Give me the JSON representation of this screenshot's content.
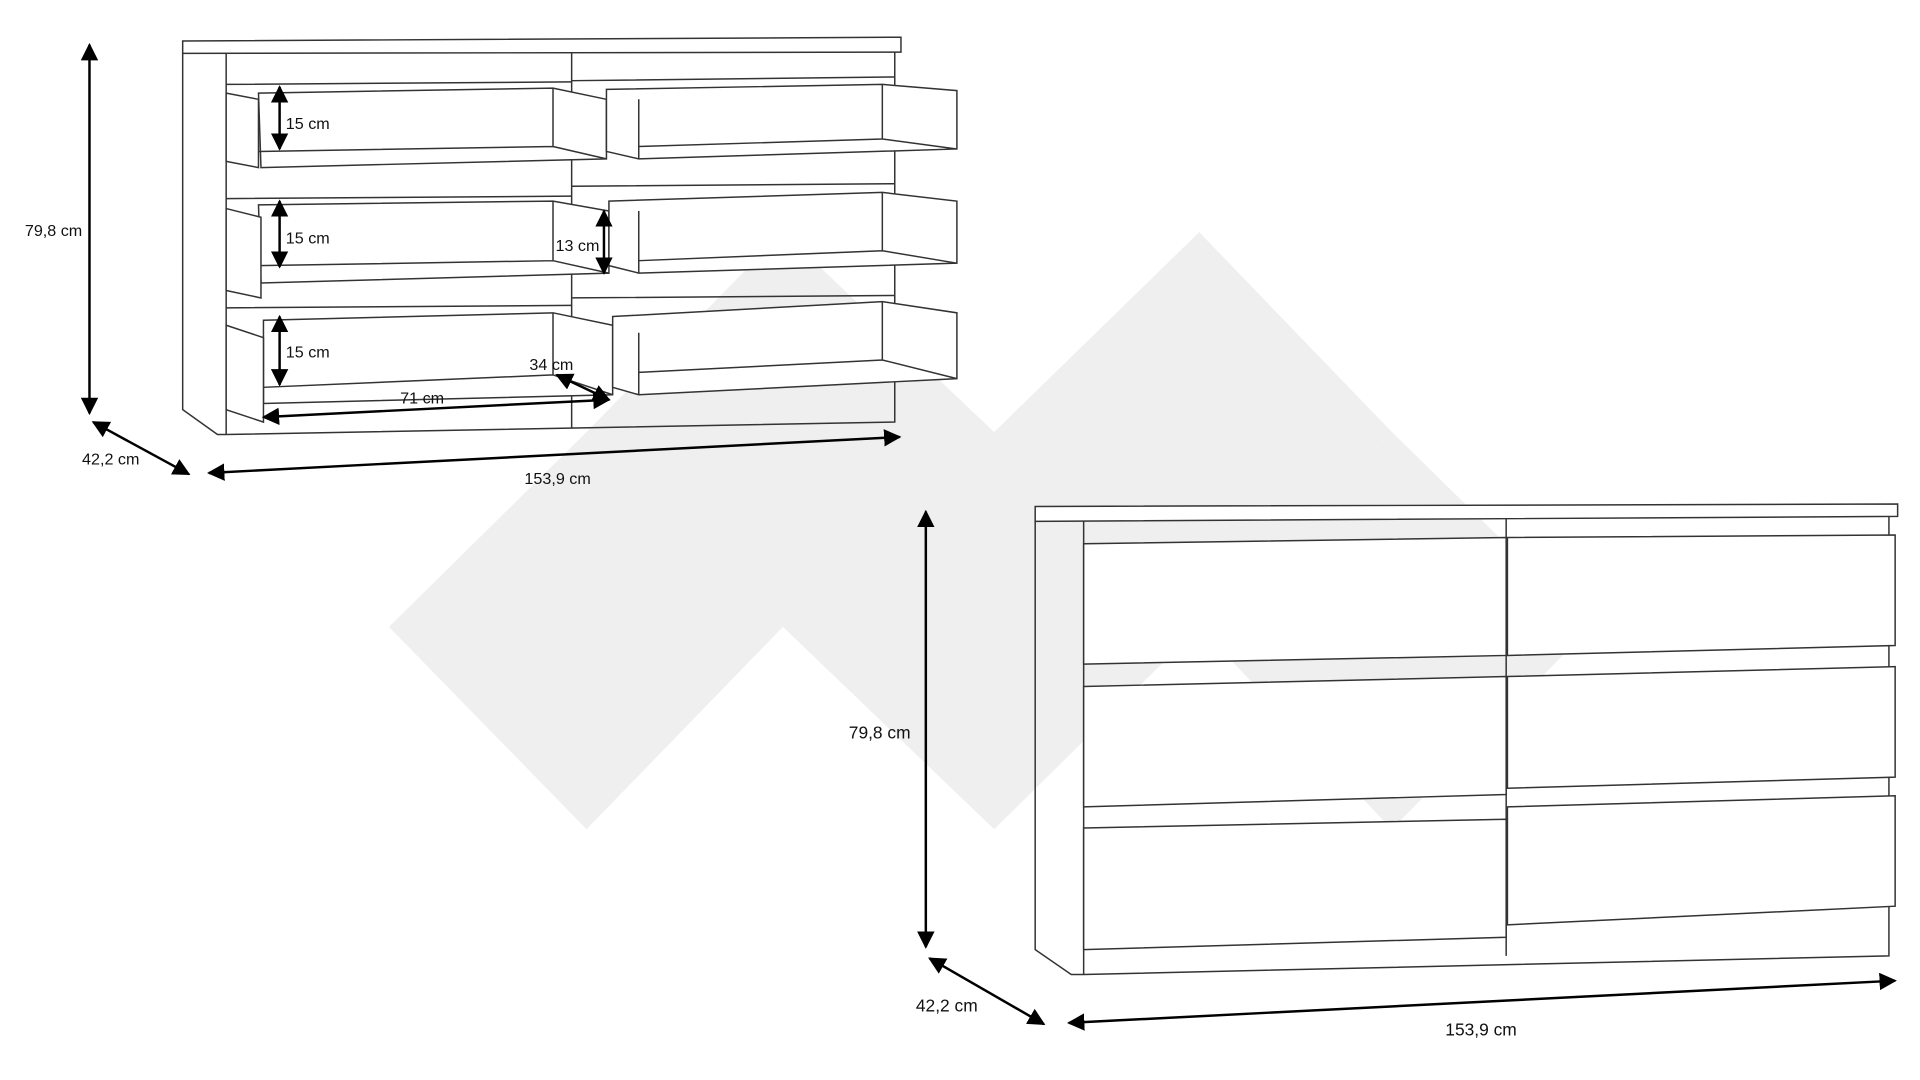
{
  "open_view": {
    "height_label": "79,8 cm",
    "depth_label": "42,2 cm",
    "width_label": "153,9 cm",
    "drawer_height_labels": [
      "15 cm",
      "15 cm",
      "15 cm"
    ],
    "inner_height_label": "13  cm",
    "inner_depth_label": "34 cm",
    "inner_width_label": "71  cm"
  },
  "closed_view": {
    "height_label": "79,8 cm",
    "depth_label": "42,2 cm",
    "width_label": "153,9  cm"
  },
  "colors": {
    "line": "#333333",
    "watermark": "#efefef"
  }
}
